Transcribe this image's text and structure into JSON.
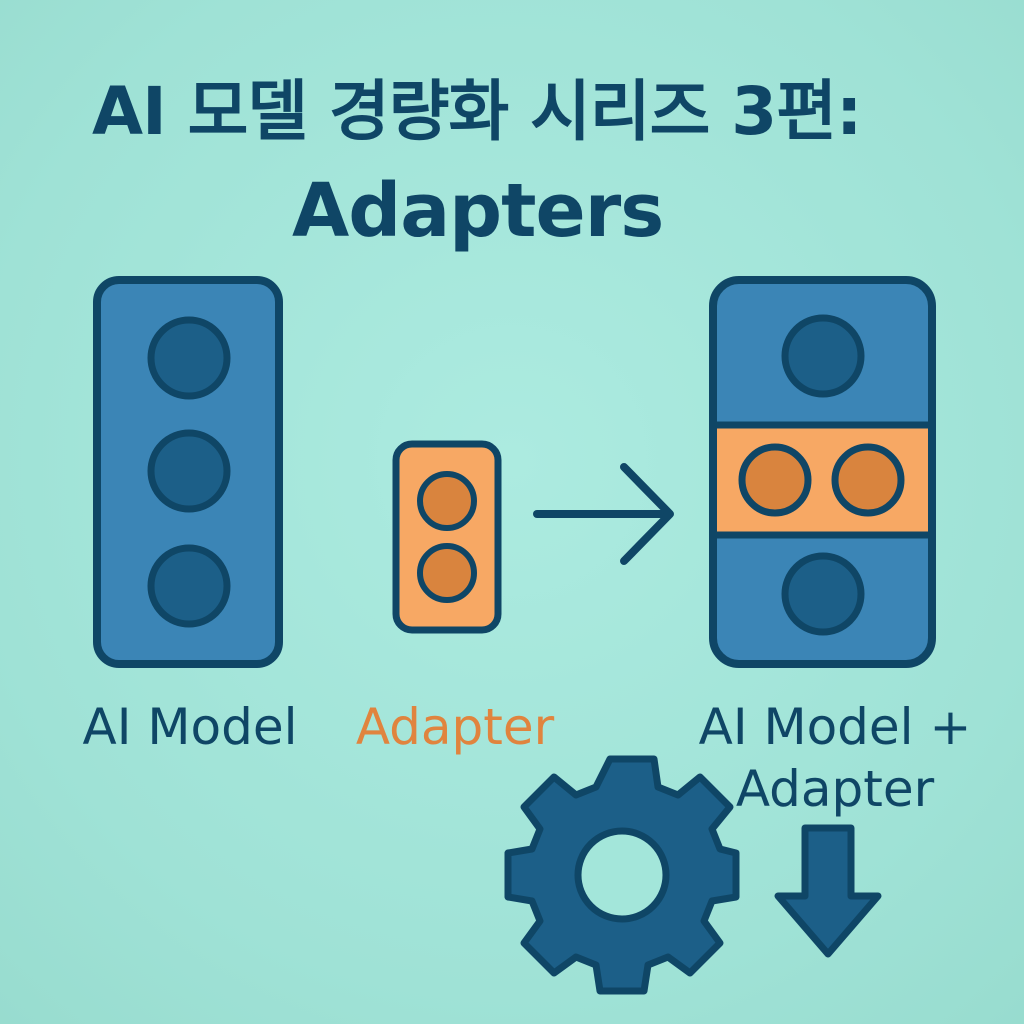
{
  "title": {
    "line1": "AI 모델 경량화 시리즈 3편:",
    "line2": "Adapters"
  },
  "labels": {
    "model": "AI Model",
    "adapter": "Adapter",
    "combined_line1": "AI Model +",
    "combined_line2": "Adapter"
  },
  "icons": {
    "arrow": "arrow-right-icon",
    "gear": "gear-icon",
    "download": "arrow-down-icon"
  },
  "colors": {
    "background": "#a3e6da",
    "model_fill": "#3b85b6",
    "model_stroke": "#0f4666",
    "model_circle": "#1c5f88",
    "adapter_fill": "#f7a864",
    "adapter_circle": "#d9843e",
    "text_dark": "#0f4666",
    "text_adapter": "#e0843e"
  }
}
